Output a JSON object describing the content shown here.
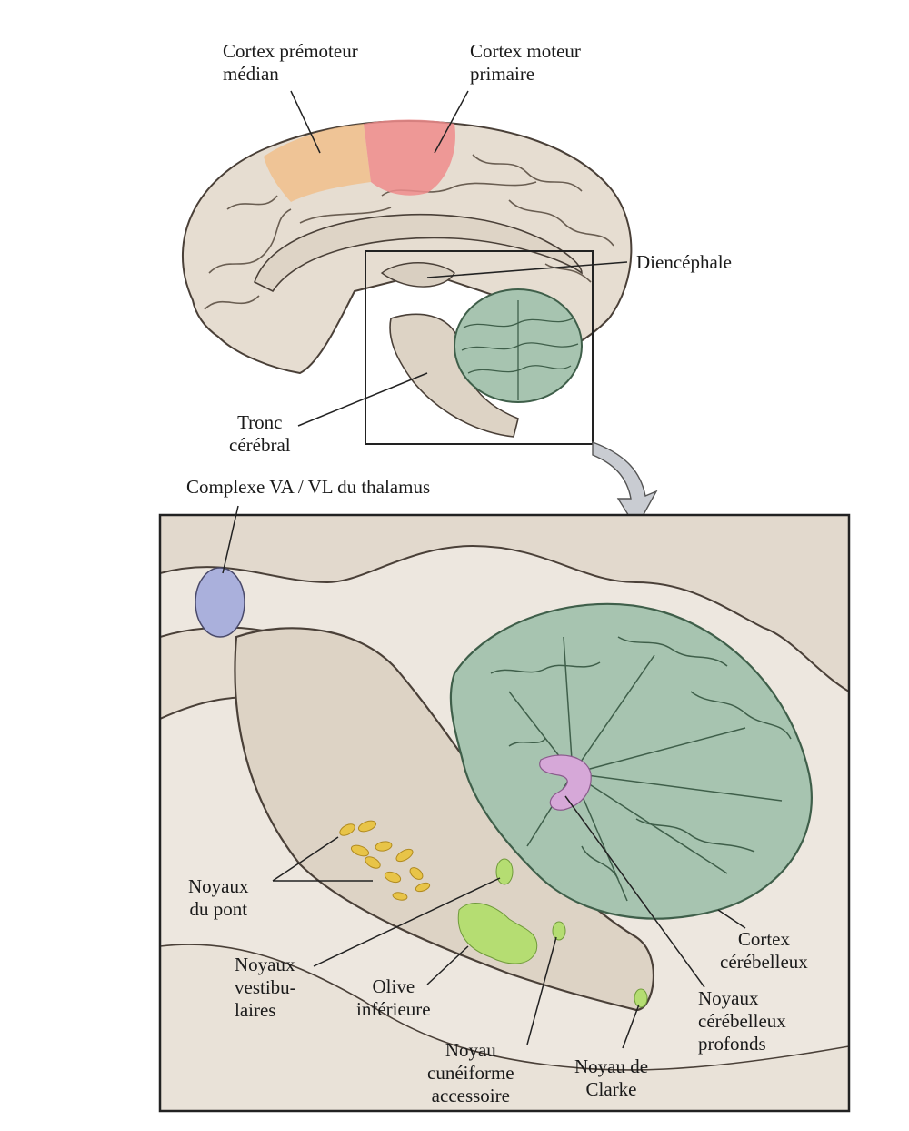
{
  "figure": {
    "top_labels": {
      "premotor": [
        "Cortex prémoteur",
        "médian"
      ],
      "motor": [
        "Cortex moteur",
        "primaire"
      ],
      "diencephalon": "Diencéphale",
      "brainstem": [
        "Tronc",
        "cérébral"
      ]
    },
    "inset_labels": {
      "thalamus": "Complexe VA / VL du thalamus",
      "pontine": [
        "Noyaux",
        "du pont"
      ],
      "vestibular": [
        "Noyaux",
        "vestibu-",
        "laires"
      ],
      "olive": [
        "Olive",
        "inférieure"
      ],
      "cuneate": [
        "Noyau",
        "cunéiforme",
        "accessoire"
      ],
      "clarke": [
        "Noyau de",
        "Clarke"
      ],
      "cerebellar_cortex": [
        "Cortex",
        "cérébelleux"
      ],
      "deep_nuclei": [
        "Noyaux",
        "cérébelleux",
        "profonds"
      ]
    },
    "colors": {
      "brain": "#e6ddd1",
      "brain_outline": "#4a4038",
      "premotor": "#f0c08c",
      "motor": "#ef8c8c",
      "cerebellum": "#a7c4b0",
      "thalamus_vavl": "#aab0dc",
      "deep_nuclei": "#d6a8d8",
      "pontine_nuclei": "#e8c448",
      "green_nuclei": "#b5dd72"
    }
  }
}
